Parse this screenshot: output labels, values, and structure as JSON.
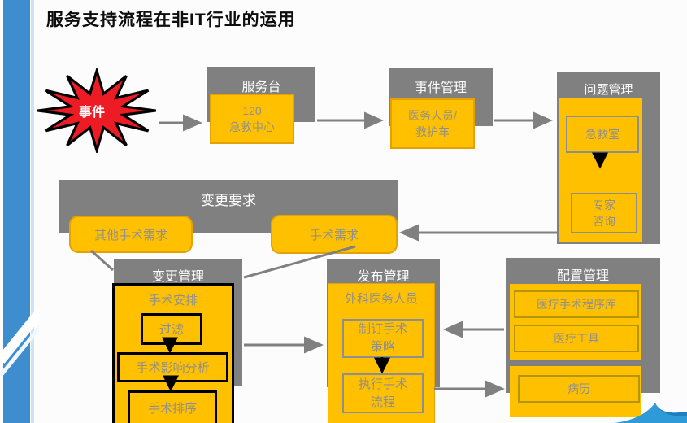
{
  "title": "服务支持流程在非IT行业的运用",
  "colors": {
    "accent_blue": "#3E8ECF",
    "box_gray": "#808080",
    "box_yellow": "#FFC000",
    "burst_red": "#ED1C24",
    "label_gray": "#8F8F8F",
    "arrow_gray": "#808080"
  },
  "burst": {
    "label": "事件"
  },
  "service_desk": {
    "header": "服务台",
    "box": "120\n急救中心"
  },
  "incident_mgmt": {
    "header": "事件管理",
    "box": "医务人员/\n救护车"
  },
  "problem_mgmt": {
    "header": "问题管理",
    "box1": "急救室",
    "box2": "专家\n咨询"
  },
  "change_request": {
    "header": "变更要求",
    "left_box": "其他手术需求",
    "right_box": "手术需求"
  },
  "change_mgmt": {
    "header": "变更管理",
    "container": "手术安排",
    "steps": [
      "过滤",
      "手术影响分析",
      "手术排序"
    ]
  },
  "release_mgmt": {
    "header": "发布管理",
    "container": "外科医务人员",
    "steps": [
      "制订手术\n策略",
      "执行手术\n流程"
    ]
  },
  "config_mgmt": {
    "header": "配置管理",
    "items": [
      "医疗手术程序库",
      "医疗工具"
    ],
    "record": "病历"
  }
}
